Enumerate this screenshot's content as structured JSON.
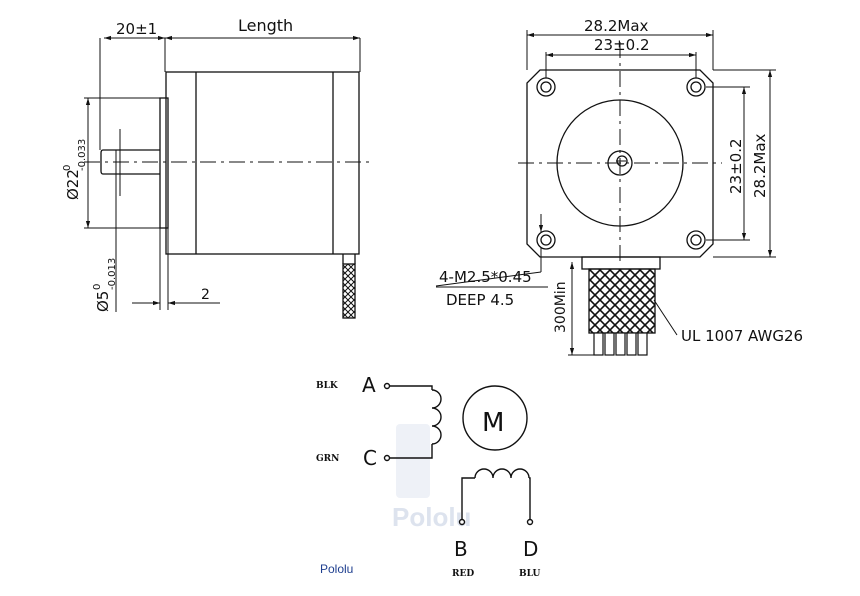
{
  "side_view": {
    "flange_dim": "20±1",
    "length_label": "Length",
    "shaft_dia_main": "Ø22",
    "shaft_dia_sup": "0",
    "shaft_dia_sub": "-0.033",
    "pilot_dia_main": "Ø5",
    "pilot_dia_sup": "0",
    "pilot_dia_sub": "-0.013",
    "flange_thickness": "2"
  },
  "front_view": {
    "width_max": "28.2Max",
    "hole_spacing": "23±0.2",
    "height_hole_spacing": "23±0.2",
    "height_max": "28.2Max",
    "thread_spec": "4-M2.5*0.45",
    "thread_depth": "DEEP 4.5",
    "lead_length": "300Min",
    "cable_spec": "UL 1007 AWG26"
  },
  "schematic": {
    "motor_symbol": "M",
    "terminals": [
      {
        "letter": "A",
        "wire": "BLK"
      },
      {
        "letter": "C",
        "wire": "GRN"
      },
      {
        "letter": "B",
        "wire": "RED"
      },
      {
        "letter": "D",
        "wire": "BLU"
      }
    ],
    "brand": "Pololu",
    "watermark": "Pololu"
  },
  "colors": {
    "ink": "#111111",
    "brand": "#1f3f8f",
    "watermark": "#dde3ee"
  }
}
